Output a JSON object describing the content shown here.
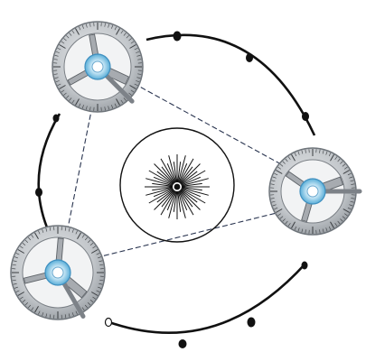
{
  "colors": {
    "background": "#ffffff",
    "ink": "#111111",
    "dashed_line": "#2a3550",
    "protractor_face": "#c9ccd0",
    "protractor_dark": "#8e9399",
    "protractor_tick": "#333333",
    "hub_glow": "#7fc3e6",
    "hub_core": "#d8eef8"
  },
  "protractors": [
    {
      "id": "top-left",
      "arm_angle_deg": 25
    },
    {
      "id": "right",
      "arm_angle_deg": -20
    },
    {
      "id": "bottom-left",
      "arm_angle_deg": 40
    }
  ],
  "center_figure": {
    "ray_count": 48,
    "has_outer_circle": true
  },
  "orbit_dot_count": 9,
  "orbit_arc_count": 3
}
